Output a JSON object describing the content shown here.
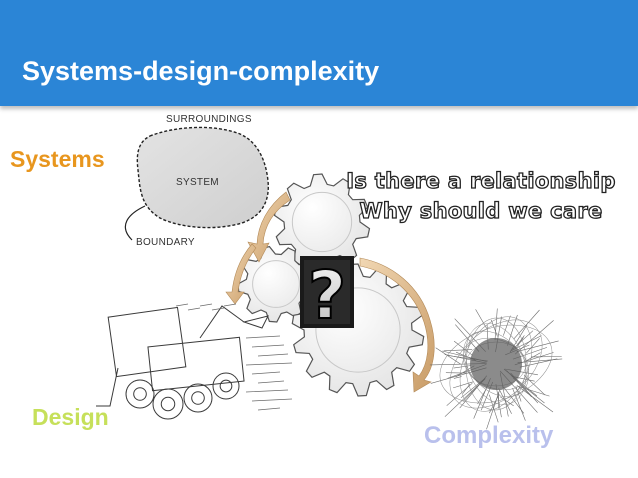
{
  "slide": {
    "title": "Systems-design-complexity",
    "header_color": "#2b85d6"
  },
  "labels": {
    "systems": "Systems",
    "design": "Design",
    "complexity": "Complexity"
  },
  "colors": {
    "systems": "#e8961e",
    "design": "#c6e05a",
    "complexity": "#b9c0ec",
    "arrow": "#d9b382"
  },
  "system_diagram": {
    "surroundings": "SURROUNDINGS",
    "system": "SYSTEM",
    "boundary": "BOUNDARY"
  },
  "questions": {
    "line1": "Is there a relationship",
    "line2": "Why should we care"
  },
  "gears": {
    "symbol": "?"
  }
}
